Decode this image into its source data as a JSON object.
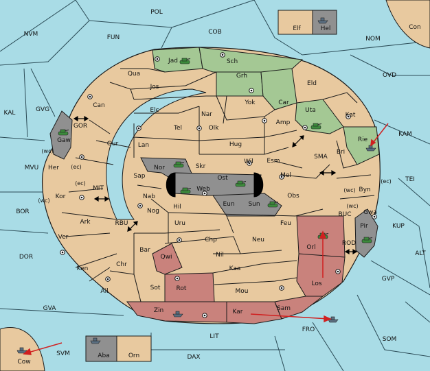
{
  "colors": {
    "sea": "#a9dce6",
    "land": "#e8c99f",
    "green": "#a4c894",
    "red": "#c9827c",
    "gray": "#909090",
    "black": "#000000",
    "border": "#1a1a1a",
    "arrow": "#d02020"
  },
  "sea_labels": {
    "POL": "POL",
    "NVM": "NVM",
    "FUN": "FUN",
    "COB": "COB",
    "NOM": "NOM",
    "OVD": "OVD",
    "KAM": "KAM",
    "TEI": "TEI",
    "KUP": "KUP",
    "ALT": "ALT",
    "GVP": "GVP",
    "SOM": "SOM",
    "FRO": "FRO",
    "LIT": "LIT",
    "DAX": "DAX",
    "SVM": "SVM",
    "GVA": "GVA",
    "DOR": "DOR",
    "BOR": "BOR",
    "MVU": "MVU",
    "KAL": "KAL",
    "GVG": "GVG",
    "GOR": "GOR",
    "MIT": "MIT",
    "RBU": "RBU",
    "SMA": "SMA",
    "BUC": "BUC",
    "ROD": "ROD",
    "Con": "Con"
  },
  "land_labels": {
    "Jad": "Jad",
    "Sch": "Sch",
    "Qua": "Qua",
    "Jos": "Jos",
    "Grh": "Grh",
    "Eld": "Eld",
    "Can": "Can",
    "Elc": "Elc",
    "Nar": "Nar",
    "Yok": "Yok",
    "Car": "Car",
    "Uta": "Uta",
    "Kat": "Kat",
    "Gaw": "Gaw",
    "Tel": "Tel",
    "Olk": "Olk",
    "Amp": "Amp",
    "Gur": "Gur",
    "Lan": "Lan",
    "Hug": "Hug",
    "Rie": "Rie",
    "Bri": "Bri",
    "Wil": "Wil",
    "Esm": "Esm",
    "Nor": "Nor",
    "Skr": "Skr",
    "Ost": "Ost",
    "Web": "Web",
    "Mel": "Mel",
    "Her": "Her",
    "Sap": "Sap",
    "Byn": "Byn",
    "Kor": "Kor",
    "Nab": "Nab",
    "Eun": "Eun",
    "Sun": "Sun",
    "Obs": "Obs",
    "Gwa": "Gwa",
    "Hil": "Hil",
    "Nog": "Nog",
    "Ark": "Ark",
    "Uru": "Uru",
    "Feu": "Feu",
    "Pir": "Pir",
    "Ver": "Ver",
    "Chp": "Chp",
    "Neu": "Neu",
    "Orl": "Orl",
    "Bar": "Bar",
    "Nil": "Nil",
    "Qwi": "Qwi",
    "Ken": "Ken",
    "Chr": "Chr",
    "Kaa": "Kaa",
    "Rot": "Rot",
    "Los": "Los",
    "Ail": "Ail",
    "Sot": "Sot",
    "Mou": "Mou",
    "Zin": "Zin",
    "Kar": "Kar",
    "Sam": "Sam",
    "Elf": "Elf",
    "Hel": "Hel",
    "Aba": "Aba",
    "Orn": "Orn",
    "Cow": "Cow"
  },
  "coast_labels": {
    "wc": "(wc)",
    "ec": "(ec)"
  }
}
